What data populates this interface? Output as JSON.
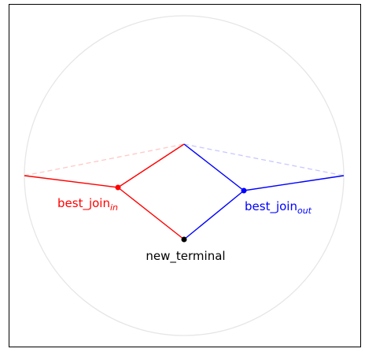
{
  "diagram": {
    "colors": {
      "in": "#ff0000",
      "in_faint": "#ffc8c8",
      "out": "#0000ff",
      "out_faint": "#c8c8ff",
      "terminal": "#000000",
      "circle": "#e6e6e6",
      "frame": "#000000"
    },
    "labels": {
      "best_join_in": {
        "base": "best_join",
        "sub": "in"
      },
      "best_join_out": {
        "base": "best_join",
        "sub": "out"
      },
      "new_terminal": "new_terminal"
    }
  }
}
